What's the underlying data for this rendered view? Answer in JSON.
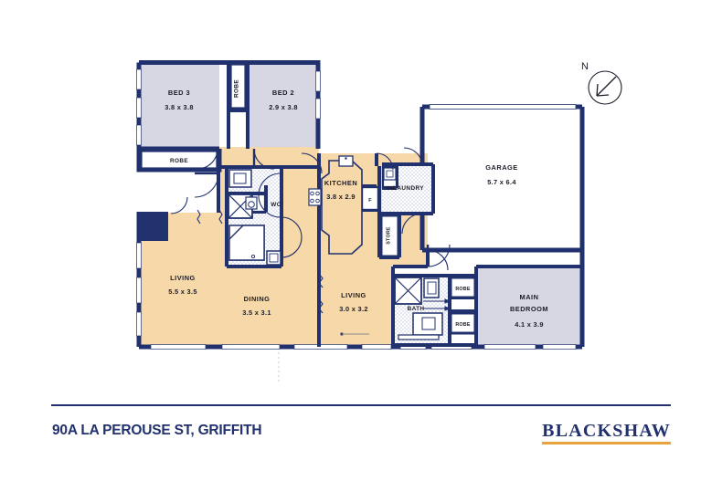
{
  "document": {
    "type": "real-estate-floor-plan",
    "address": "90A LA PEROUSE ST, GRIFFITH",
    "brand": "BLACKSHAW",
    "compass_label": "N"
  },
  "colors": {
    "wall": "#21316e",
    "bedroom_fill": "#d7d7e4",
    "living_fill": "#f7d8a8",
    "white_fill": "#ffffff",
    "tile_fill": "#eef0f7",
    "text": "#1b1b28",
    "brand_navy": "#21316e",
    "brand_gold": "#e8a33d"
  },
  "rooms": [
    {
      "id": "bed3",
      "label": "BED 3",
      "dim": "3.8 x 3.8",
      "fill": "bedroom"
    },
    {
      "id": "bed2",
      "label": "BED 2",
      "dim": "2.9 x 3.8",
      "fill": "bedroom"
    },
    {
      "id": "main_bed",
      "label": "MAIN BEDROOM",
      "dim": "4.1 x 3.9",
      "fill": "bedroom"
    },
    {
      "id": "garage",
      "label": "GARAGE",
      "dim": "5.7 x 6.4",
      "fill": "white"
    },
    {
      "id": "living_left",
      "label": "LIVING",
      "dim": "5.5 x 3.5",
      "fill": "living"
    },
    {
      "id": "dining",
      "label": "DINING",
      "dim": "3.5 x 3.1",
      "fill": "living"
    },
    {
      "id": "living_right",
      "label": "LIVING",
      "dim": "3.0 x 3.2",
      "fill": "living"
    },
    {
      "id": "kitchen",
      "label": "KITCHEN",
      "dim": "3.8 x 2.9",
      "fill": "living"
    }
  ],
  "service_labels": [
    {
      "id": "robe_between_beds",
      "text": "ROBE",
      "orientation": "vertical"
    },
    {
      "id": "robe_bed3",
      "text": "ROBE",
      "orientation": "horizontal"
    },
    {
      "id": "wc",
      "text": "WC",
      "orientation": "horizontal"
    },
    {
      "id": "laundry",
      "text": "LAUNDRY",
      "orientation": "horizontal"
    },
    {
      "id": "washing_machine",
      "text": "WM",
      "orientation": "horizontal"
    },
    {
      "id": "fridge",
      "text": "F",
      "orientation": "horizontal"
    },
    {
      "id": "store",
      "text": "STORE",
      "orientation": "vertical"
    },
    {
      "id": "bath",
      "text": "BATH",
      "orientation": "horizontal"
    },
    {
      "id": "robe_main_upper",
      "text": "ROBE",
      "orientation": "horizontal"
    },
    {
      "id": "robe_main_lower",
      "text": "ROBE",
      "orientation": "horizontal"
    }
  ],
  "labels": {
    "bed3": "BED 3",
    "bed3_dim": "3.8 x 3.8",
    "bed2": "BED 2",
    "bed2_dim": "2.9 x 3.8",
    "robe_vertical": "ROBE",
    "robe_bed3": "ROBE",
    "wc": "WC",
    "kitchen": "KITCHEN",
    "kitchen_dim": "3.8 x 2.9",
    "wm": "WM",
    "laundry": "LAUNDRY",
    "fridge": "F",
    "store": "STORE",
    "garage": "GARAGE",
    "garage_dim": "5.7 x 6.4",
    "living_left": "LIVING",
    "living_left_dim": "5.5 x 3.5",
    "dining": "DINING",
    "dining_dim": "3.5 x 3.1",
    "living_right": "LIVING",
    "living_right_dim": "3.0 x 3.2",
    "bath": "BATH",
    "robe_main_upper": "ROBE",
    "robe_main_lower": "ROBE",
    "main_bedroom_line1": "MAIN",
    "main_bedroom_line2": "BEDROOM",
    "main_bedroom_dim": "4.1 x 3.9"
  }
}
